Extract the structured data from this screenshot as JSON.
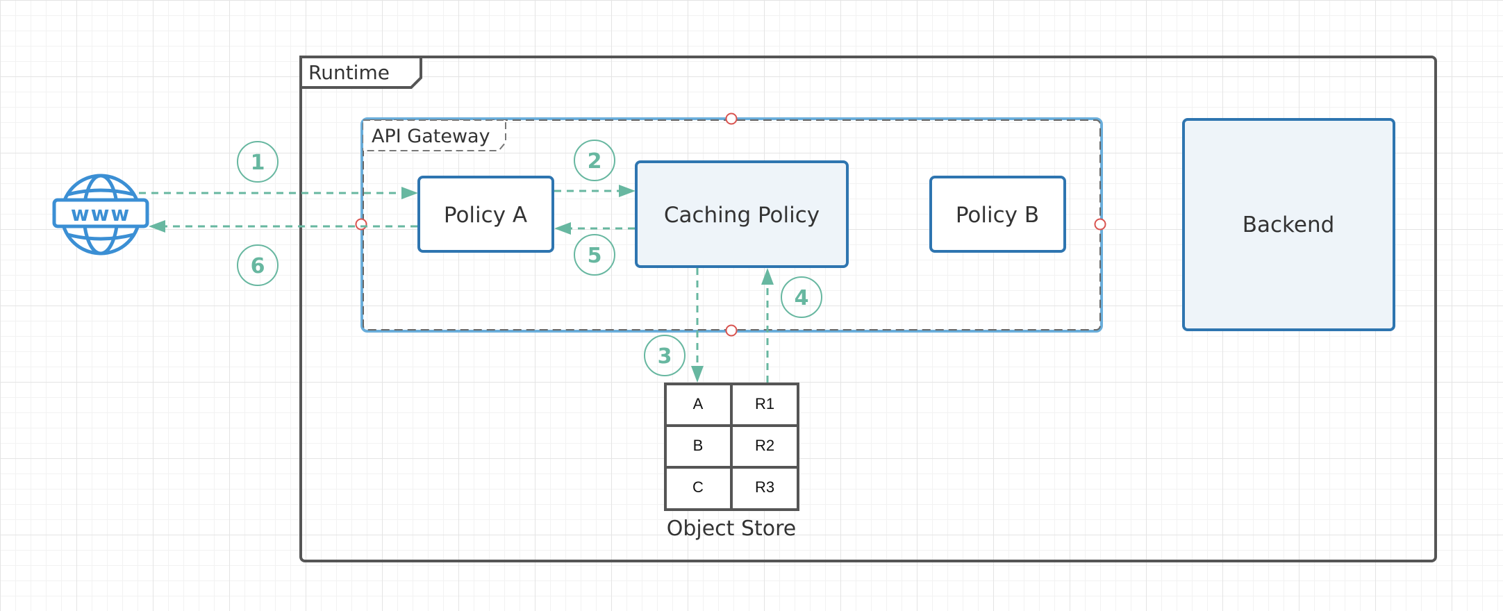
{
  "runtime": {
    "label": "Runtime"
  },
  "gateway": {
    "label": "API Gateway"
  },
  "nodes": {
    "policy_a": "Policy A",
    "caching_policy": "Caching Policy",
    "policy_b": "Policy B",
    "backend": "Backend",
    "www": "www"
  },
  "steps": [
    "1",
    "2",
    "3",
    "4",
    "5",
    "6"
  ],
  "object_store": {
    "label": "Object Store",
    "rows": [
      [
        "A",
        "R1"
      ],
      [
        "B",
        "R2"
      ],
      [
        "C",
        "R3"
      ]
    ]
  },
  "colors": {
    "flow": "#67b7a0",
    "node_border": "#2e75b0",
    "node_fill": "#eef4f9",
    "gateway_border": "#6aaedb",
    "handle": "#d9534f",
    "globe": "#3b8fd4"
  }
}
